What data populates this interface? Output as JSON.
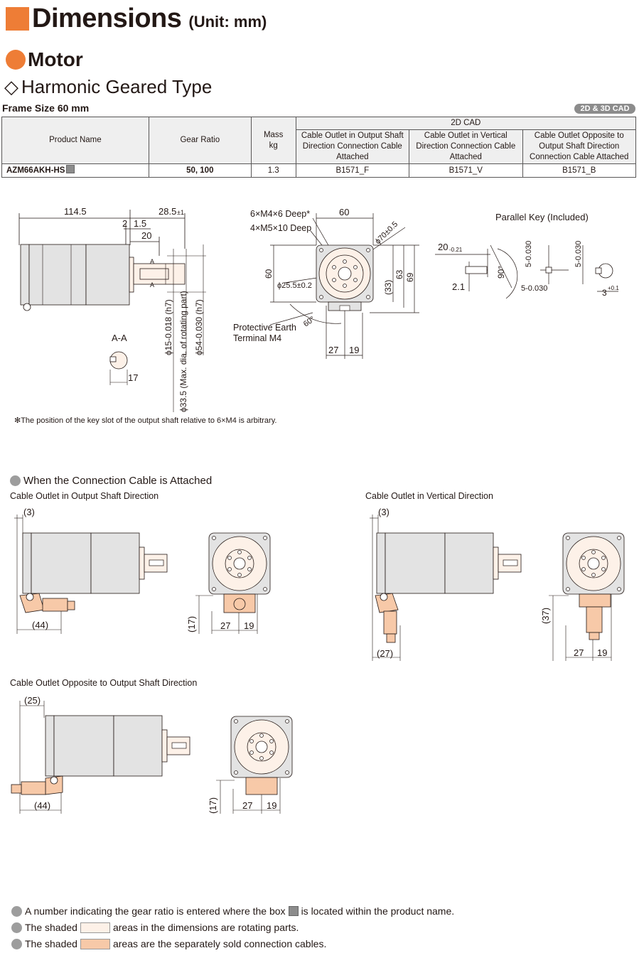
{
  "header": {
    "title": "Dimensions",
    "unit": "(Unit: mm)"
  },
  "section": {
    "title": "Motor"
  },
  "subsection": {
    "title": "Harmonic Geared Type"
  },
  "frame_size": "Frame Size 60 mm",
  "cad_badge": "2D & 3D CAD",
  "table": {
    "headers": {
      "product_name": "Product Name",
      "gear_ratio": "Gear Ratio",
      "mass": "Mass\nkg",
      "cad_group": "2D CAD",
      "cad_output": "Cable Outlet in Output Shaft Direction Connection Cable Attached",
      "cad_vertical": "Cable Outlet in Vertical Direction Connection Cable Attached",
      "cad_opposite": "Cable Outlet Opposite to Output Shaft Direction Connection Cable Attached"
    },
    "row": {
      "product_name": "AZM66AKH-HS",
      "gear_ratio": "50, 100",
      "mass": "1.3",
      "cad_output": "B1571_F",
      "cad_vertical": "B1571_V",
      "cad_opposite": "B1571_B"
    }
  },
  "main_drawing": {
    "dims": {
      "d_114_5": "114.5",
      "d_28_5": "28.5",
      "d_28_5_tol": "±1",
      "d_2": "2",
      "d_1_5": "1.5",
      "d_20": "20",
      "sec_a": "A",
      "aa": "A-A",
      "d_17": "17",
      "phi15": "ϕ15-0.018 (h7)",
      "phi33": "ϕ33.5 (Max. dia. of rotating part)",
      "phi54": "ϕ54-0.030 (h7)"
    },
    "front": {
      "m4": "6×M4×6 Deep*",
      "m5": "4×M5×10 Deep",
      "d_60_top": "60",
      "phi70": "ϕ70±0.5",
      "d_60_left": "60",
      "phi25": "ϕ25.5±0.2",
      "d_33": "(33)",
      "d_63": "63",
      "d_69": "69",
      "pe1": "Protective Earth",
      "pe2": "Terminal M4",
      "d_60deg": "60°",
      "d_27": "27",
      "d_19": "19"
    },
    "key": {
      "title": "Parallel Key (Included)",
      "d_20": "20",
      "d_20_tol": "-0.21",
      "d_2_1": "2.1",
      "d_90": "90°",
      "d_5v": "5-0.030",
      "d_5h": "5-0.030",
      "d_5v2": "5-0.030",
      "d_3": "3",
      "d_3_tol": "+0.1"
    },
    "footnote": "✻The position of the key slot of the output shaft relative to 6×M4 is arbitrary."
  },
  "cable_section": {
    "title": "When the Connection Cable is Attached",
    "output": {
      "title": "Cable Outlet in Output Shaft Direction",
      "d3": "(3)",
      "d44": "(44)",
      "d17": "(17)",
      "d27": "27",
      "d19": "19"
    },
    "vertical": {
      "title": "Cable Outlet in Vertical Direction",
      "d3": "(3)",
      "d27": "(27)",
      "d37": "(37)",
      "d27b": "27",
      "d19": "19"
    },
    "opposite": {
      "title": "Cable Outlet Opposite to Output Shaft Direction",
      "d25": "(25)",
      "d44": "(44)",
      "d17": "(17)",
      "d27": "27",
      "d19": "19"
    }
  },
  "notes": [
    {
      "before": "A number indicating the gear ratio is entered where the box",
      "after": "is located within the product name."
    },
    {
      "before": "The shaded",
      "after": "areas in the dimensions are rotating parts."
    },
    {
      "before": "The shaded",
      "after": "areas are the separately sold connection cables."
    }
  ],
  "colors": {
    "accent": "#ee7d36",
    "rotating": "#fdf1e8",
    "cable": "#f7c9a8",
    "body": "#e3e3e3"
  }
}
